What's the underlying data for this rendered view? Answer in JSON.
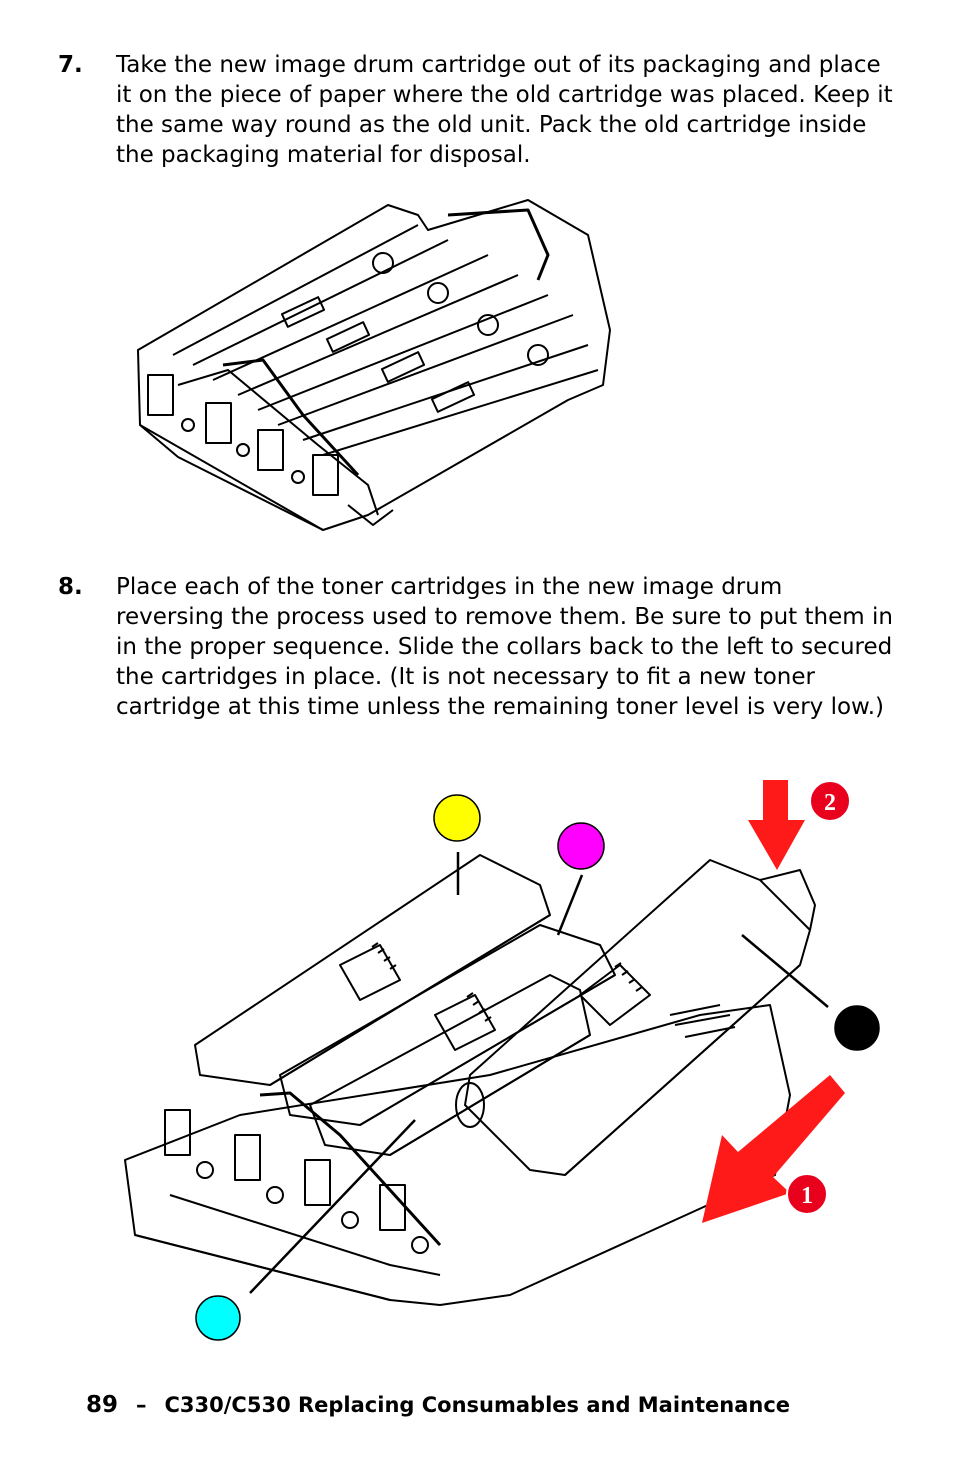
{
  "steps": [
    {
      "number": "7.",
      "text": "Take the new image drum cartridge out of its packaging and place it on the piece of paper where the old cartridge was placed. Keep it the same way round as the old unit. Pack the old cartridge inside the packaging material for disposal."
    },
    {
      "number": "8.",
      "text": "Place each of the toner cartridges in the new image drum reversing the process used to remove them. Be sure to put them in in the proper sequence. Slide the collars back to the left to secured the cartridges in place. (It is not necessary to fit a new toner cartridge at this time unless the remaining toner level is very low.)"
    }
  ],
  "figure2": {
    "callout_1": "1",
    "callout_2": "2",
    "colors": {
      "yellow": "#ffff00",
      "magenta": "#ff00ff",
      "black": "#000000",
      "cyan": "#00ffff",
      "arrow_red": "#ff1a1a",
      "callout_red": "#e8001c"
    }
  },
  "footer": {
    "page_number": "89",
    "separator": "–",
    "title": "C330/C530 Replacing Consumables and Maintenance"
  }
}
